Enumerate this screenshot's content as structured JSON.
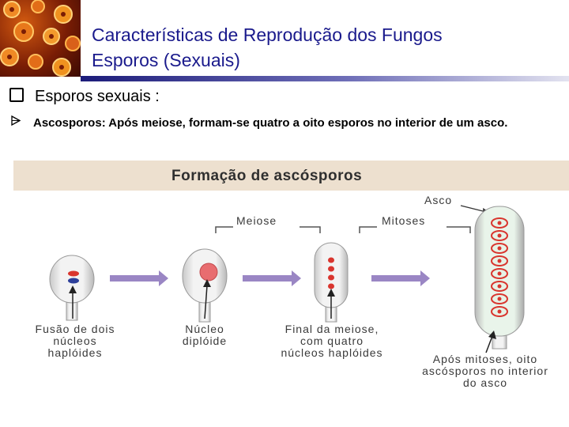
{
  "header": {
    "title_line1": "Características de Reprodução dos Fungos",
    "title_line2": "Esporos (Sexuais)"
  },
  "content": {
    "heading": "Esporos sexuais :",
    "item": "Ascosporos: Após meiose, formam-se quatro a oito esporos no interior de um asco."
  },
  "figure": {
    "title": "Formação de ascósporos",
    "label_meiose": "Meiose",
    "label_mitoses": "Mitoses",
    "label_asco": "Asco",
    "caption_1": "Fusão de dois núcleos haplóides",
    "caption_2": "Núcleo diplóide",
    "caption_3": "Final da meiose, com quatro núcleos haplóides",
    "caption_4": "Após mitoses, oito ascósporos no interior do asco"
  },
  "colors": {
    "title_text": "#1a1a8c",
    "figure_band": "#ede0cf",
    "arrow": "#9a86c4",
    "nucleus_red": "#d9352e",
    "nucleus_blue": "#2d3f9a",
    "cell_fill": "#e5f2e6"
  },
  "icons": {
    "main_bullet": "hollow-square-bullet",
    "sub_bullet": "arrowhead-bullet"
  }
}
